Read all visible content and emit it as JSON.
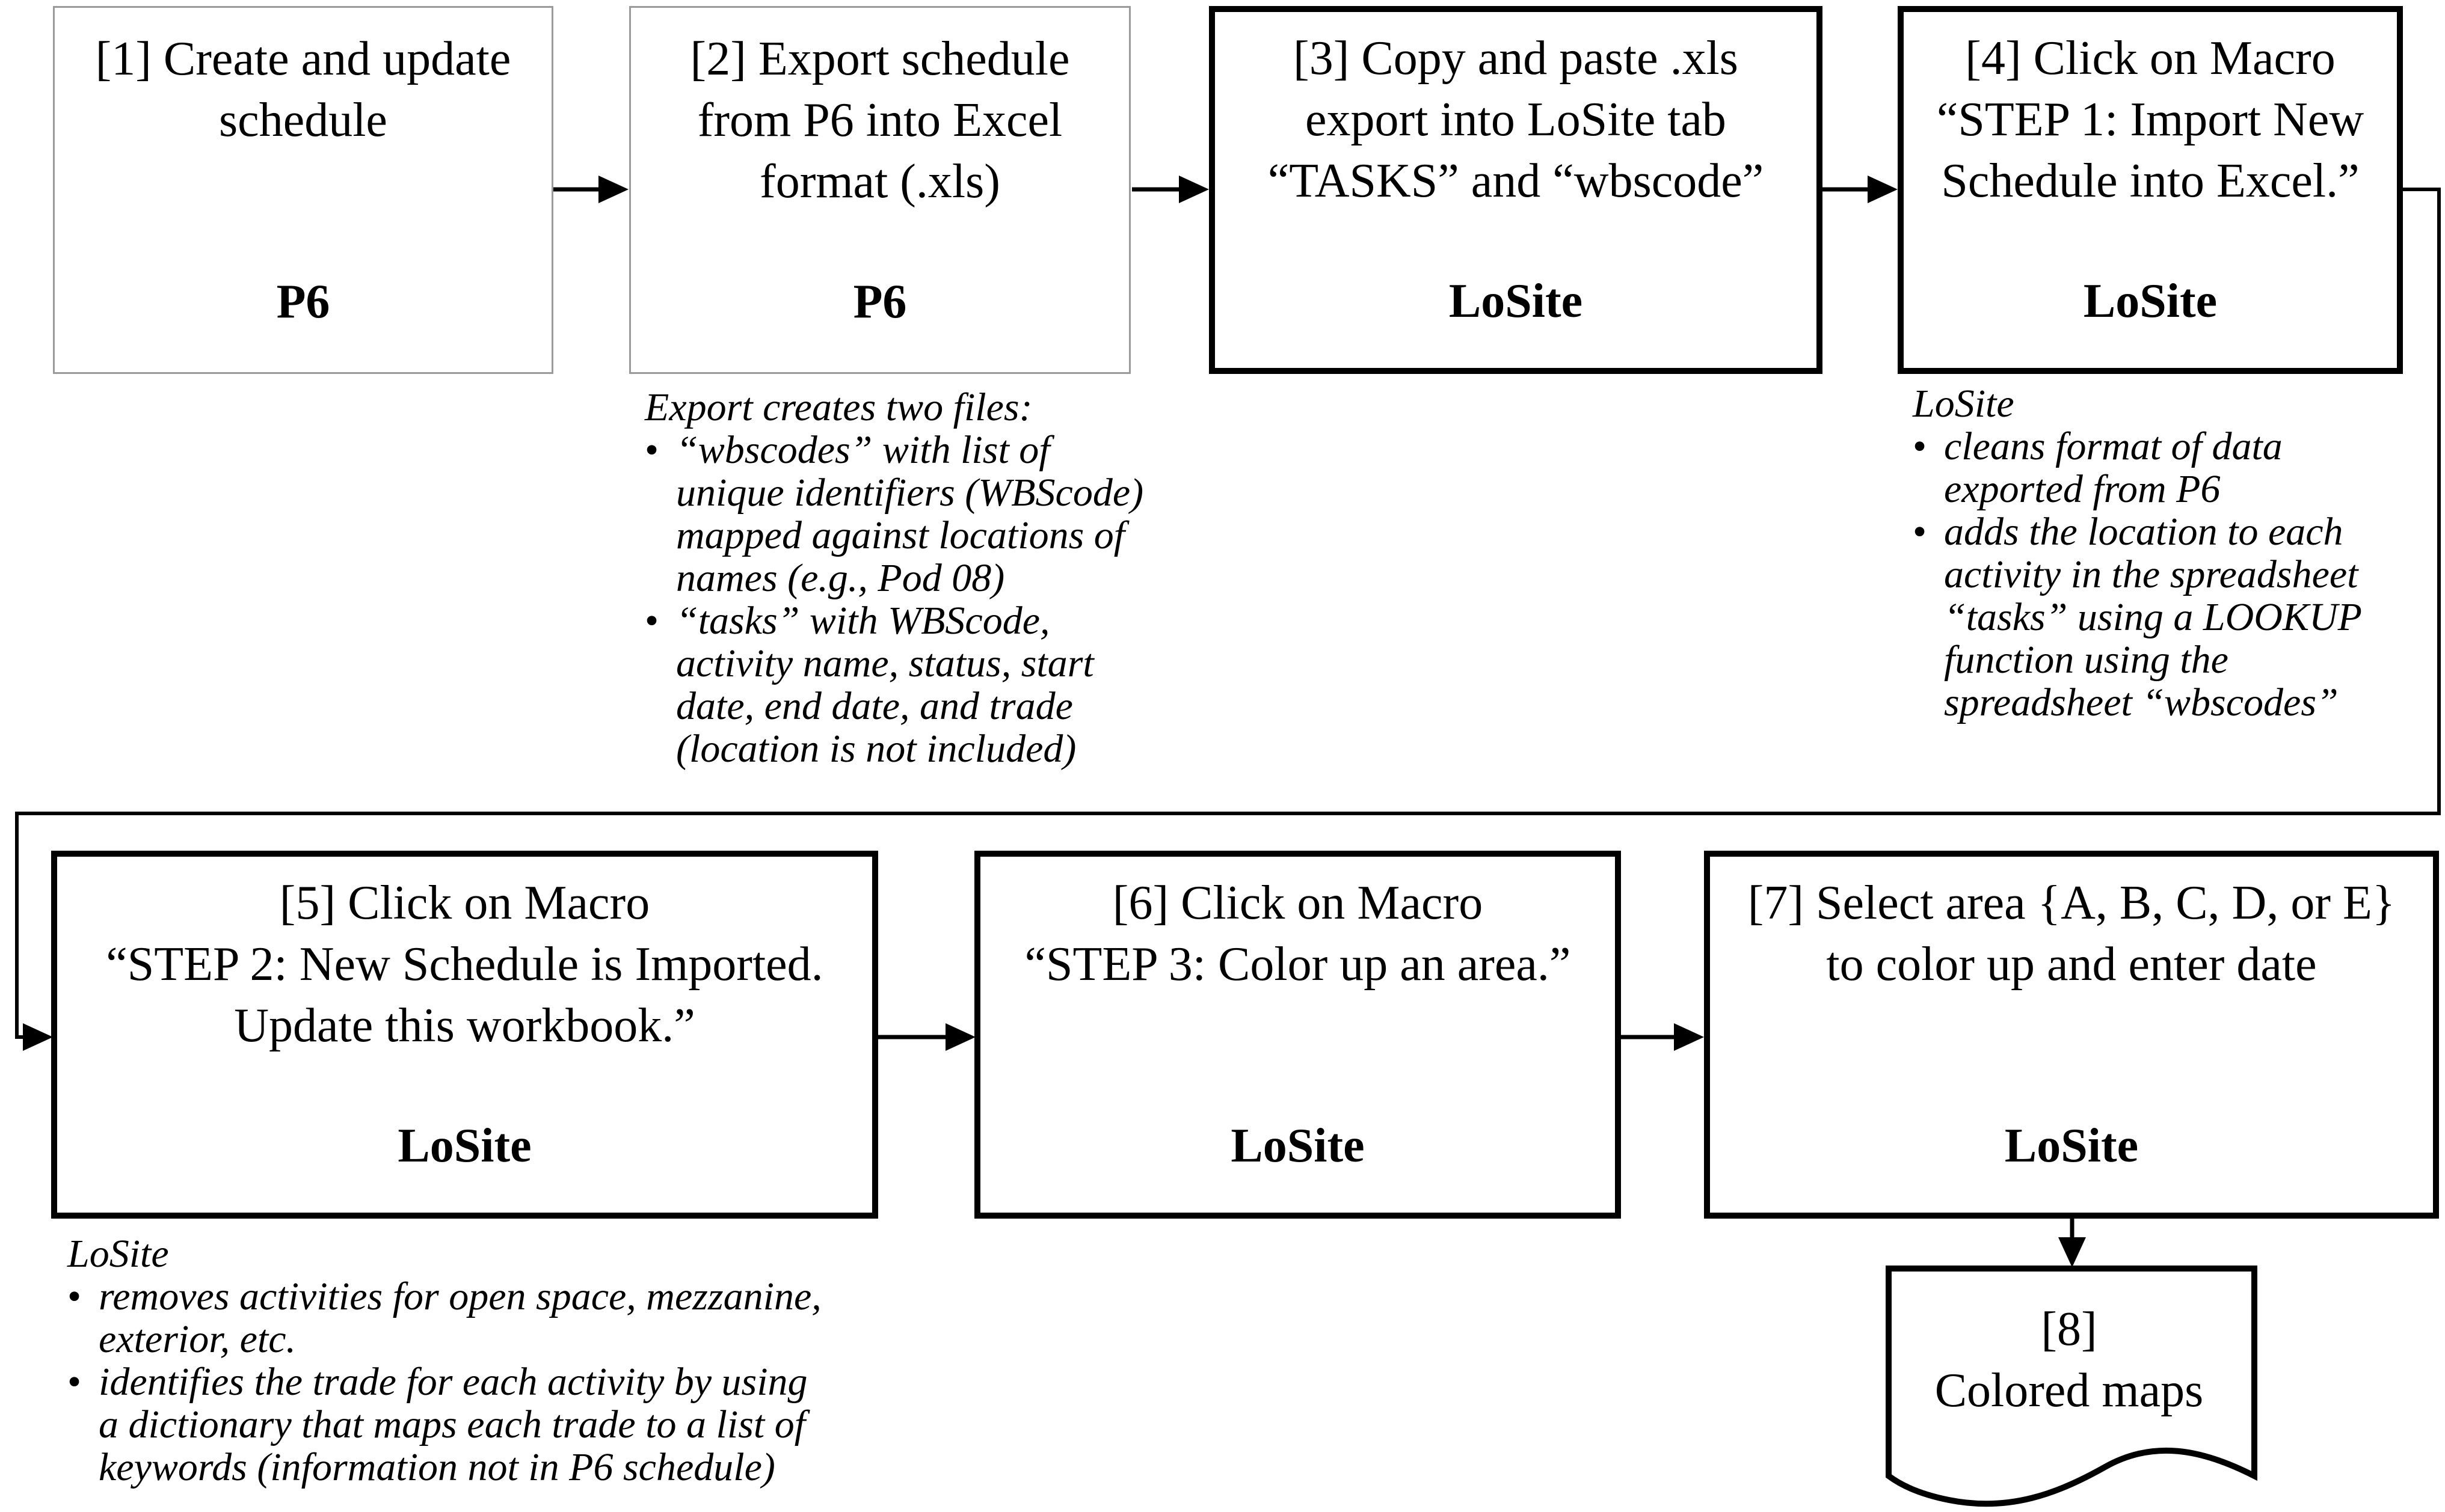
{
  "steps": [
    {
      "id": "step-1",
      "title_lines": [
        "[1] Create and update",
        "schedule"
      ],
      "tool": "P6"
    },
    {
      "id": "step-2",
      "title_lines": [
        "[2] Export schedule",
        "from P6 into Excel",
        "format (.xls)"
      ],
      "tool": "P6"
    },
    {
      "id": "step-3",
      "title_lines": [
        "[3] Copy and paste .xls",
        "export into LoSite tab",
        "“TASKS” and “wbscode”"
      ],
      "tool": "LoSite"
    },
    {
      "id": "step-4",
      "title_lines": [
        "[4] Click on Macro",
        "“STEP 1: Import New",
        "Schedule into Excel.”"
      ],
      "tool": "LoSite"
    },
    {
      "id": "step-5",
      "title_lines": [
        "[5] Click on Macro",
        "“STEP 2: New Schedule is Imported.",
        "Update this workbook.”"
      ],
      "tool": "LoSite"
    },
    {
      "id": "step-6",
      "title_lines": [
        "[6] Click on Macro",
        "“STEP 3: Color up an area.”"
      ],
      "tool": "LoSite"
    },
    {
      "id": "step-7",
      "title_lines": [
        "[7] Select area {A, B, C, D, or E}",
        "to color up and enter date"
      ],
      "tool": "LoSite"
    }
  ],
  "output": {
    "title_lines": [
      "[8]",
      "Colored maps"
    ]
  },
  "notes": {
    "step_2": {
      "heading": "Export creates two files:",
      "bullets": [
        [
          "“wbscodes” with list of",
          "unique identifiers (WBScode)",
          "mapped against locations of",
          "names (e.g., Pod 08)"
        ],
        [
          "“tasks” with WBScode,",
          "activity name, status, start",
          "date, end date, and trade",
          "(location is not included)"
        ]
      ]
    },
    "step_4": {
      "heading": "LoSite",
      "bullets": [
        [
          "cleans format of data",
          "exported from P6"
        ],
        [
          "adds the location to each",
          "activity in the spreadsheet",
          "“tasks” using a LOOKUP",
          "function using the",
          "spreadsheet “wbscodes”"
        ]
      ]
    },
    "step_5": {
      "heading": "LoSite",
      "bullets": [
        [
          "removes activities for open space, mezzanine,",
          "exterior, etc."
        ],
        [
          "identifies the trade for each activity by using",
          "a dictionary that maps each trade to a list of",
          "keywords (information not in P6 schedule)"
        ]
      ]
    }
  }
}
